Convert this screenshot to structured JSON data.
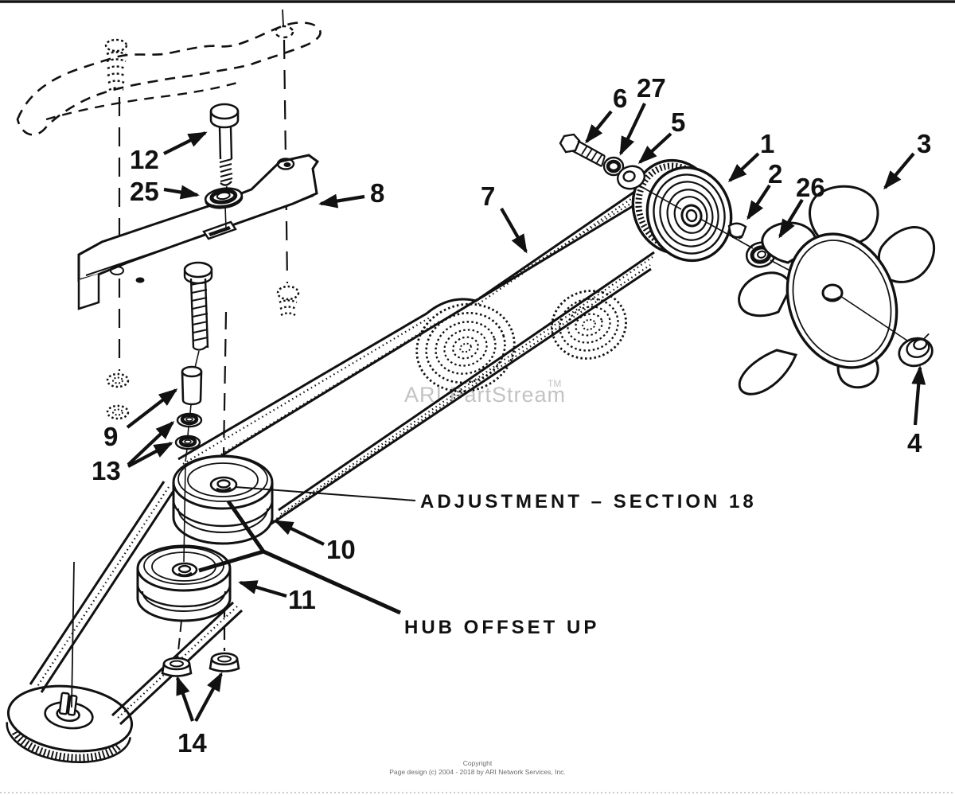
{
  "page": {
    "background": "#ffffff",
    "top_border_color": "#141414",
    "line_color": "#111111",
    "watermark_color": "#c3c3c3"
  },
  "diagram": {
    "type": "exploded-parts-diagram",
    "subject": "drive belt, idler pulleys and fan assembly",
    "annotations": {
      "adjustment_note": "ADJUSTMENT – SECTION 18",
      "hub_note": "HUB OFFSET UP"
    },
    "callouts": [
      {
        "label": "1"
      },
      {
        "label": "2"
      },
      {
        "label": "3"
      },
      {
        "label": "4"
      },
      {
        "label": "5"
      },
      {
        "label": "6"
      },
      {
        "label": "7"
      },
      {
        "label": "8"
      },
      {
        "label": "9"
      },
      {
        "label": "10"
      },
      {
        "label": "11"
      },
      {
        "label": "12"
      },
      {
        "label": "13"
      },
      {
        "label": "14"
      },
      {
        "label": "25"
      },
      {
        "label": "26"
      },
      {
        "label": "27"
      }
    ]
  },
  "watermark": {
    "text": "ARI PartStream",
    "tm": "TM"
  },
  "footer": {
    "line1": "Copyright",
    "line2": "Page design (c) 2004 - 2018 by ARI Network Services, Inc."
  }
}
